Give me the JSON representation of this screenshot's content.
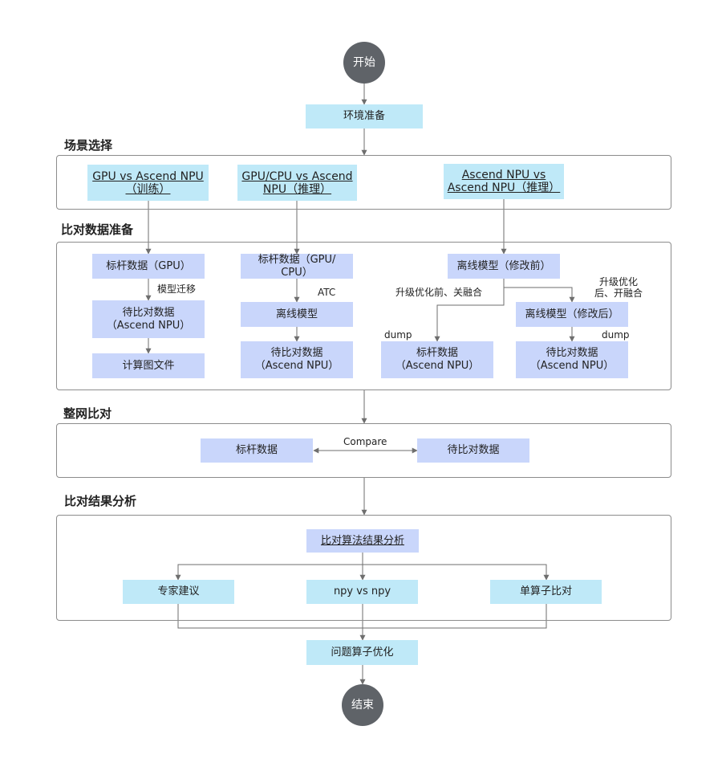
{
  "nodes": {
    "start": "开始",
    "env_prep": "环境准备",
    "scene_gpu_train": "GPU vs Ascend NPU\n（训练）",
    "scene_gpucpu_infer": "GPU/CPU vs Ascend\nNPU（推理）",
    "scene_npu_npu_infer": "Ascend NPU vs\nAscend NPU（推理）",
    "bench_gpu": "标杆数据（GPU）",
    "cmp_npu_1": "待比对数据\n（Ascend NPU）",
    "calc_graph": "计算图文件",
    "bench_gpucpu": "标杆数据（GPU/\nCPU）",
    "offline_model": "离线模型",
    "cmp_npu_2": "待比对数据\n（Ascend NPU）",
    "offline_before": "离线模型（修改前）",
    "offline_after": "离线模型（修改后）",
    "bench_npu": "标杆数据\n（Ascend NPU）",
    "cmp_npu_3": "待比对数据\n（Ascend NPU）",
    "net_bench": "标杆数据",
    "net_cmp": "待比对数据",
    "algo_analysis": "比对算法结果分析",
    "expert": "专家建议",
    "npy": "npy vs npy",
    "single_op": "单算子比对",
    "op_opt": "问题算子优化",
    "end": "结束"
  },
  "sections": {
    "scene": "场景选择",
    "data_prep": "比对数据准备",
    "whole_net": "整网比对",
    "result": "比对结果分析"
  },
  "edge_labels": {
    "model_migrate": "模型迁移",
    "atc": "ATC",
    "before_fusion": "升级优化前、关融合",
    "after_fusion": "升级优化\n后、开融合",
    "dump_left": "dump",
    "dump_right": "dump",
    "compare": "Compare"
  },
  "colors": {
    "light_node": "#bfe9f8",
    "blue_node": "#c9d6fb",
    "terminal": "#5f6368",
    "line": "#6e6e6e"
  }
}
